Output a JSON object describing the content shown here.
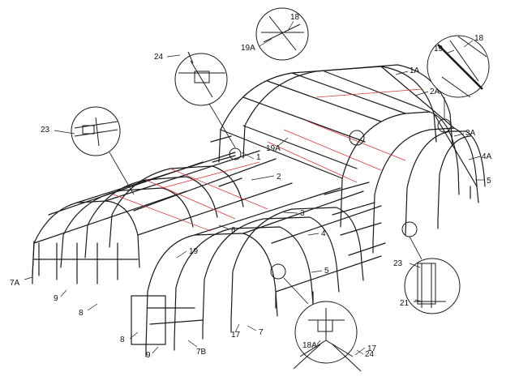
{
  "labels": {
    "l_1": "1",
    "l_1A": "1A",
    "l_2": "2",
    "l_2A": "2A",
    "l_3": "3",
    "l_3A": "3A",
    "l_4": "4",
    "l_4A": "4A",
    "l_5a": "5",
    "l_5b": "5",
    "l_6": "6",
    "l_7": "7",
    "l_7A": "7A",
    "l_7B": "7B",
    "l_8a": "8",
    "l_8b": "8",
    "l_9a": "9",
    "l_9b": "9",
    "l_17a": "17",
    "l_17b": "17",
    "l_18a": "18",
    "l_18b": "18",
    "l_18A": "18A",
    "l_19a": "19",
    "l_19b": "19",
    "l_19A_a": "19A",
    "l_19A_b": "19A",
    "l_21": "21",
    "l_23a": "23",
    "l_23b": "23",
    "l_24a": "24",
    "l_24b": "24"
  },
  "colors": {
    "line": "#1a1a1a",
    "brace": "#d23a3a"
  }
}
